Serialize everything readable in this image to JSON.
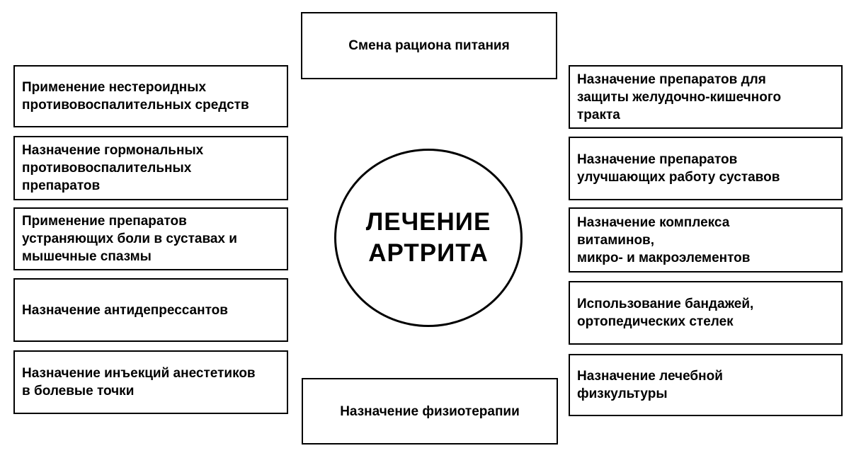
{
  "diagram": {
    "title": "ЛЕЧЕНИЕ АРТРИТА",
    "colors": {
      "background": "#ffffff",
      "border": "#000000",
      "text": "#000000"
    },
    "center_circle": {
      "label": "ЛЕЧЕНИЕ\nАРТРИТА"
    },
    "top_box": {
      "label": "Смена рациона питания"
    },
    "bottom_box": {
      "label": "Назначение физиотерапии"
    },
    "left_boxes": [
      {
        "label": "Применение нестероидных\nпротивовоспалительных средств"
      },
      {
        "label": "Назначение гормональных\nпротивовоспалительных\nпрепаратов"
      },
      {
        "label": "Применение препаратов\nустраняющих боли в суставах и\nмышечные спазмы"
      },
      {
        "label": "Назначение антидепрессантов"
      },
      {
        "label": "Назначение инъекций анестетиков\nв болевые точки"
      }
    ],
    "right_boxes": [
      {
        "label": "Назначение препаратов для\nзащиты желудочно-кишечного\nтракта"
      },
      {
        "label": "Назначение препаратов\nулучшающих работу суставов"
      },
      {
        "label": "Назначение комплекса\nвитаминов,\nмикро- и макроэлементов"
      },
      {
        "label": "Использование бандажей,\nортопедических стелек"
      },
      {
        "label": "Назначение лечебной\nфизкультуры"
      }
    ]
  }
}
